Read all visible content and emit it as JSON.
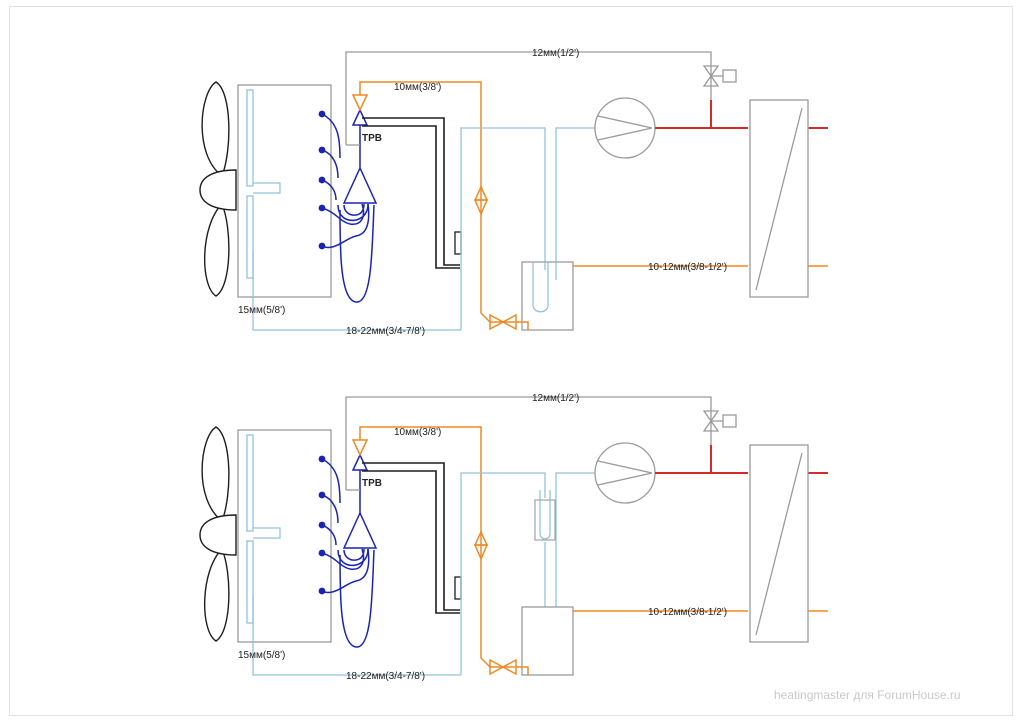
{
  "diagrams": [
    {
      "variant": "receiver-with-tube",
      "labels": {
        "gas_line": "12мм(1/2')",
        "liquid_line": "10мм(3/8')",
        "trv": "TPB",
        "inner_pipe": "15мм(5/8')",
        "suction_line": "18-22мм(3/4-7/8')",
        "return_line": "10-12мм(3/8-1/2')"
      }
    },
    {
      "variant": "separate-receiver",
      "labels": {
        "gas_line": "12мм(1/2')",
        "liquid_line": "10мм(3/8')",
        "trv": "TPB",
        "inner_pipe": "15мм(5/8')",
        "suction_line": "18-22мм(3/4-7/8')",
        "return_line": "10-12мм(3/8-1/2')"
      }
    }
  ],
  "watermark": "heatingmaster для ForumHouse.ru",
  "colors": {
    "gray": "#9a9a9a",
    "light_blue": "#93c2dc",
    "orange": "#ee8a24",
    "red": "#d42a2a",
    "dark": "#1e1e1e",
    "navy": "#1a24b4"
  }
}
